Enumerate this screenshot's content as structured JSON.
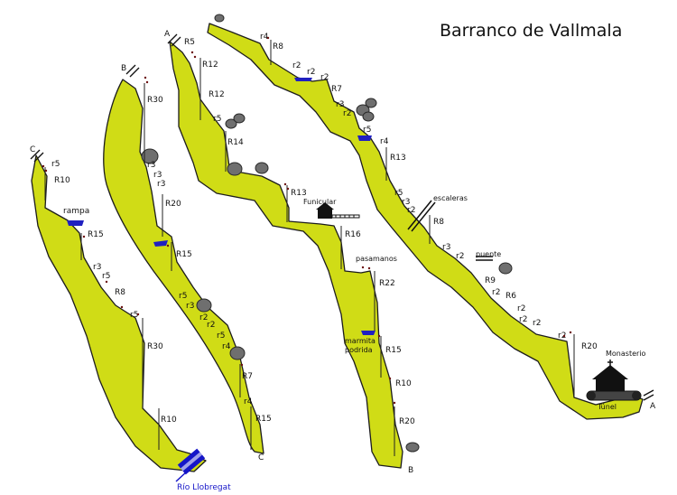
{
  "title": "Barranco de Vallmala",
  "colors": {
    "terrain": "#d0dc16",
    "outline": "#1c1c1c",
    "water": "#2020c0",
    "rock": "#6f6f6f",
    "river": "#1515c8"
  },
  "route_markers": {
    "a_start": "A",
    "a_end": "A",
    "b_start": "B",
    "b_end": "B",
    "c_start": "C",
    "c_end": "C"
  },
  "labels": {
    "funicular": "Funicular",
    "pasamanos": "pasamanos",
    "marmita": "marmita",
    "podrida": "podrida",
    "escaleras": "escaleras",
    "puente": "puente",
    "monasterio": "Monasterio",
    "tunel": "Túnel",
    "rampa": "rampa",
    "rio": "Río Llobregat"
  },
  "rappels": {
    "c": [
      "r5",
      "R10",
      "R15",
      "r3",
      "r5",
      "R8",
      "r5",
      "R30",
      "R10"
    ],
    "b": [
      "R30",
      "r3",
      "r3",
      "r3",
      "R20",
      "R15",
      "r5",
      "r3",
      "r2",
      "r2",
      "r5",
      "r4",
      "R7",
      "r4",
      "R15"
    ],
    "a1": [
      "R5",
      "R12",
      "R12",
      "r5",
      "R14",
      "R13"
    ],
    "a2": [
      "r4",
      "R8",
      "r2",
      "r2",
      "r2",
      "R7",
      "r3",
      "r2",
      "r5",
      "r4",
      "R13",
      "r5",
      "r3",
      "r2",
      "R8",
      "r3",
      "r2",
      "R9",
      "r2",
      "R6",
      "r2",
      "r2",
      "r2",
      "R20"
    ],
    "b_long": [
      "R16",
      "R22",
      "R15",
      "R10",
      "R20"
    ]
  }
}
